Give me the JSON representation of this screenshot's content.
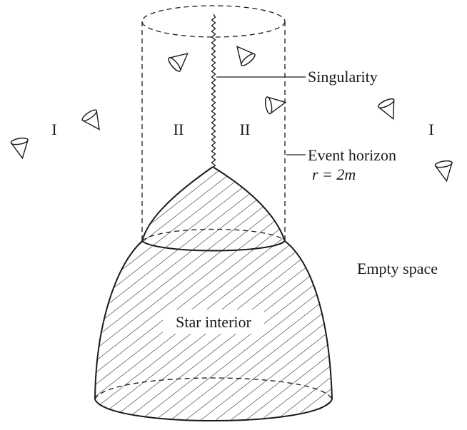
{
  "labels": {
    "singularity": "Singularity",
    "event_horizon": "Event horizon",
    "horizon_radius": "r = 2m",
    "empty_space": "Empty space",
    "star_interior": "Star interior",
    "region_outer_left": "I",
    "region_inner_left": "II",
    "region_inner_right": "II",
    "region_outer_right": "I"
  },
  "icons": {
    "light_cone": "light-cone-icon"
  }
}
